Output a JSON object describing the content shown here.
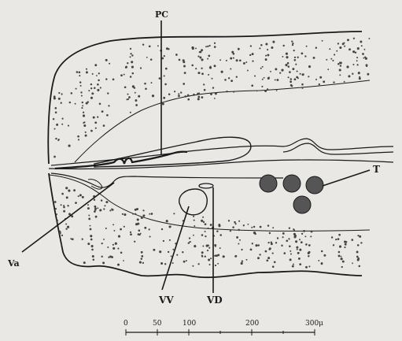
{
  "labels": {
    "pc": "PC",
    "t": "T",
    "va": "Va",
    "vv": "VV",
    "vd": "VD"
  },
  "scale_bar": {
    "ticks": [
      "0",
      "50",
      "100",
      "200",
      "300"
    ],
    "unit": "μ"
  },
  "colors": {
    "background": "#e9e8e4",
    "ink": "#1a1a1a",
    "cells": "#444444"
  }
}
